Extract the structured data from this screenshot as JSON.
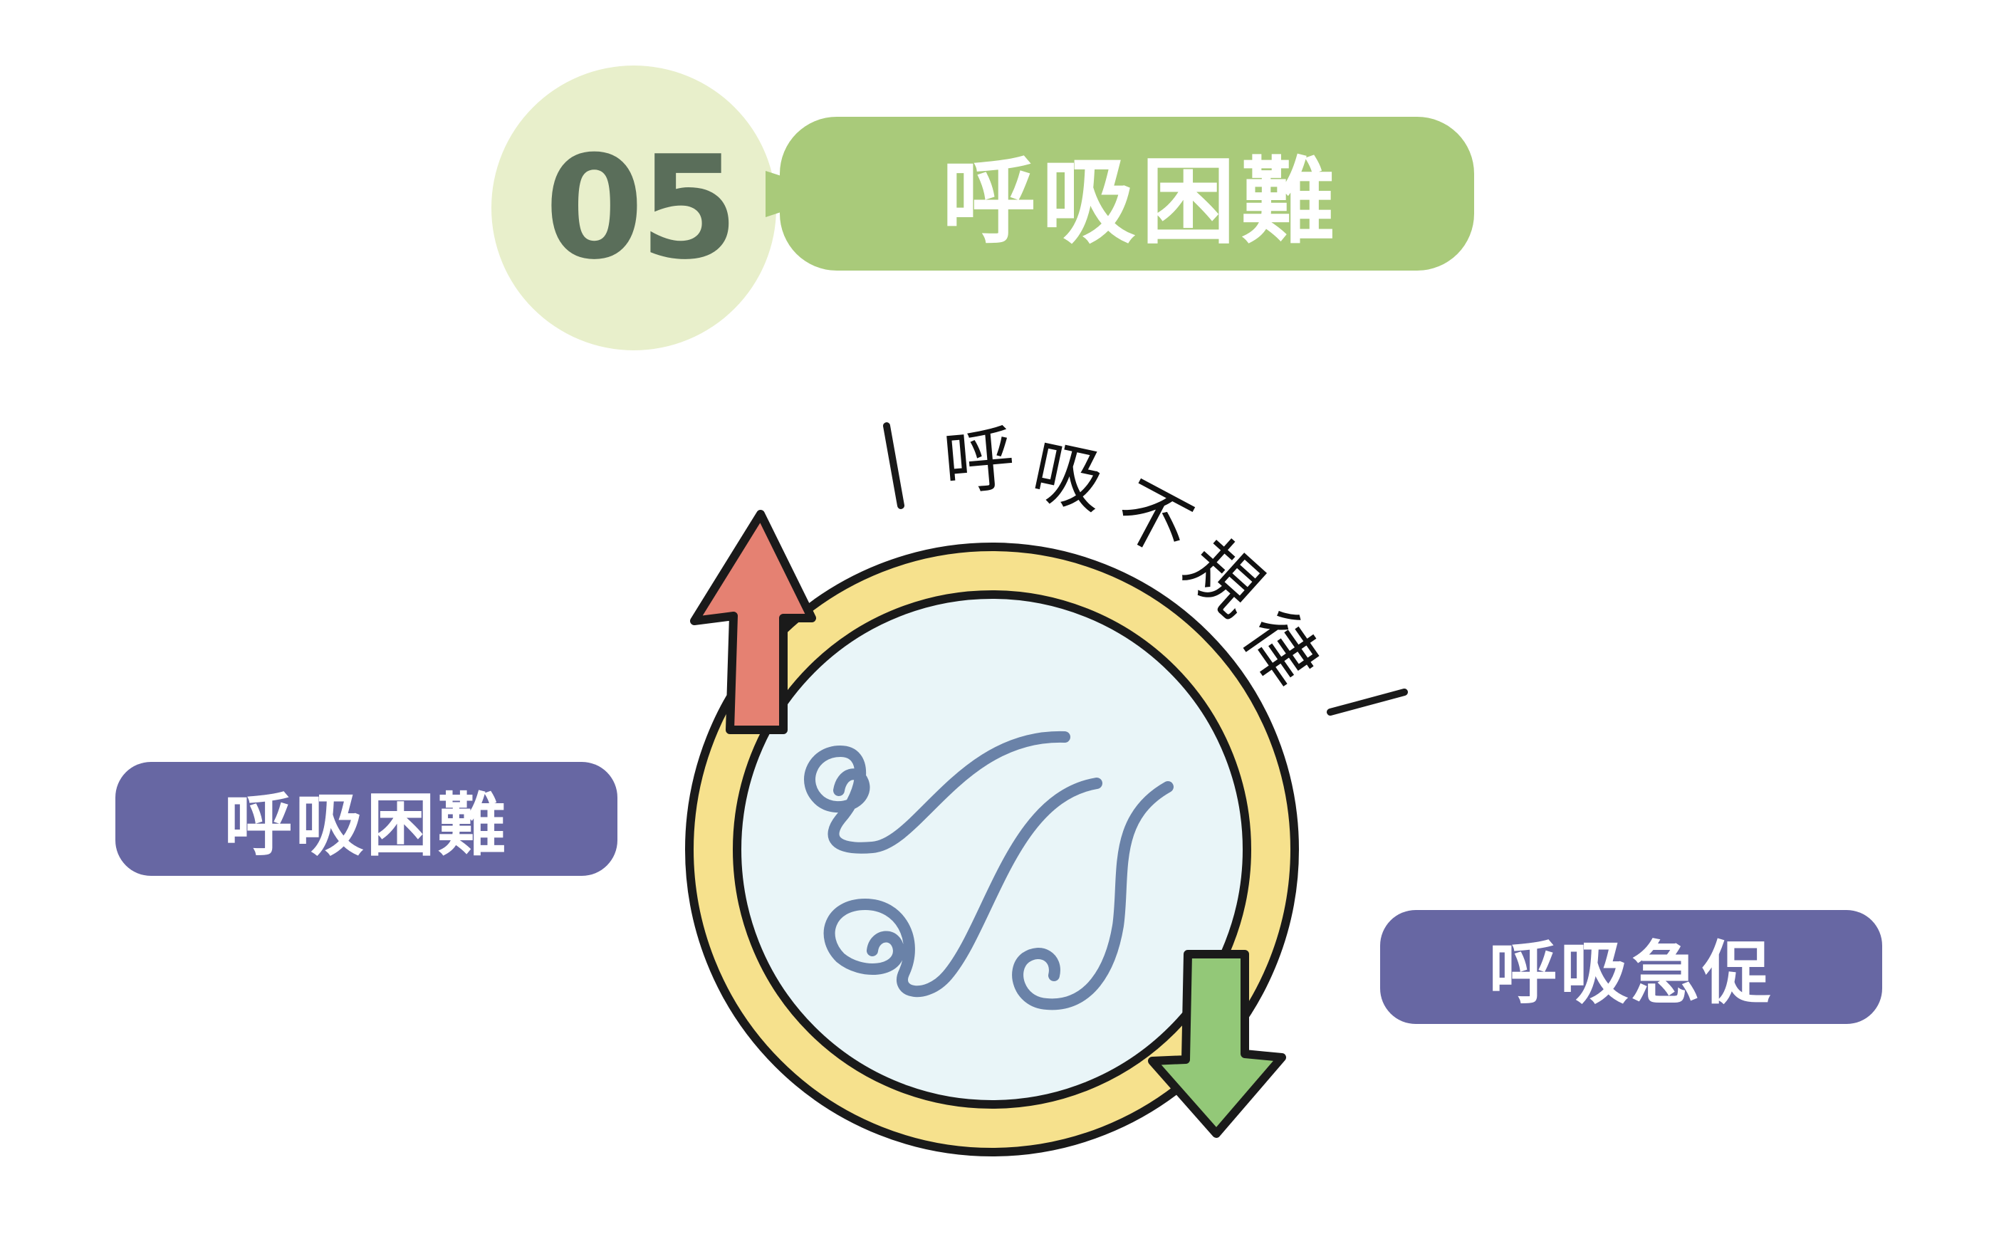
{
  "header": {
    "number": "05",
    "title": "呼吸困難"
  },
  "labels": {
    "left": "呼吸困難",
    "right": "呼吸急促",
    "curved": "呼吸不規律"
  },
  "colors": {
    "circle": "#E8EFCB",
    "number": "#5A6E5A",
    "green_pill": "#A9CA7A",
    "purple_pill": "#6767A3",
    "ring_yellow": "#F6E18D",
    "disc_blue": "#E9F5F8",
    "wind": "#6A82A8",
    "arrow_up": "#E58172",
    "arrow_down": "#93C878",
    "outline": "#1A1A1A"
  },
  "icons": {
    "arrow_up": "arrow-up-icon",
    "arrow_down": "arrow-down-icon",
    "wind": "wind-swirl-icon"
  }
}
